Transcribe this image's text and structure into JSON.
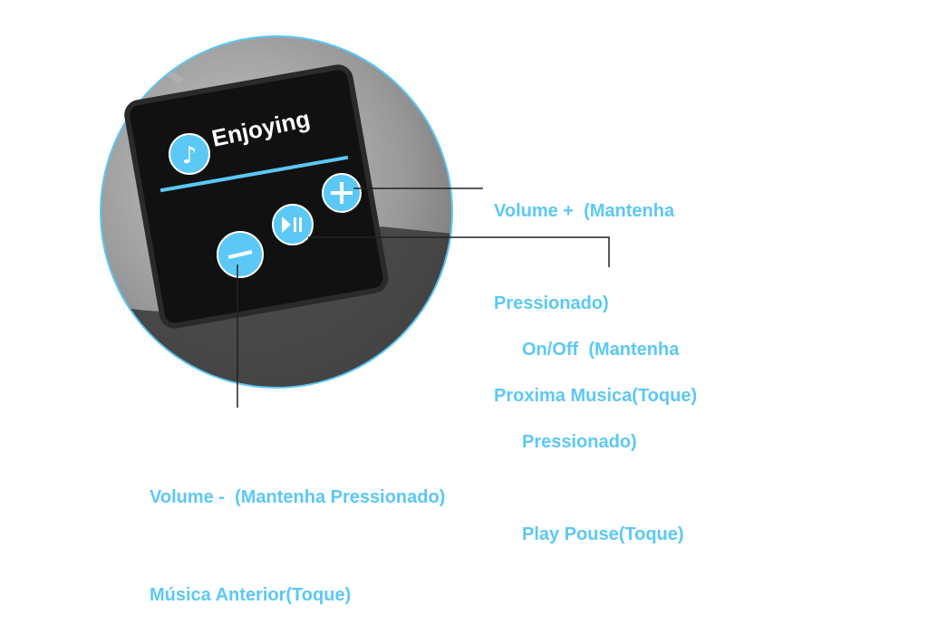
{
  "product": {
    "patch_text": "Enjoying",
    "accent_color": "#5bc8f5"
  },
  "labels": {
    "volume_up": [
      "Volume +  (Mantenha",
      "Pressionado)",
      "Proxima Musica(Toque)"
    ],
    "power_play": [
      "On/Off  (Mantenha",
      "Pressionado)",
      "Play Pouse(Toque)"
    ],
    "volume_down": [
      "Volume -  (Mantenha Pressionado)",
      "Música Anterior(Toque)"
    ]
  }
}
